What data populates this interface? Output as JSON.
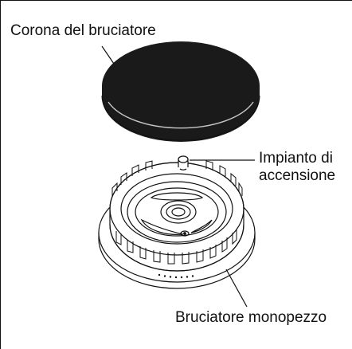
{
  "labels": {
    "cap": "Corona del bruciatore",
    "ignition_line1": "Impianto di",
    "ignition_line2": "accensione",
    "burner": "Bruciatore monopezzo"
  },
  "colors": {
    "ink": "#111111",
    "cap_fill": "#1a1a1a",
    "cap_highlight": "#c8c8c8",
    "background": "#ffffff"
  }
}
